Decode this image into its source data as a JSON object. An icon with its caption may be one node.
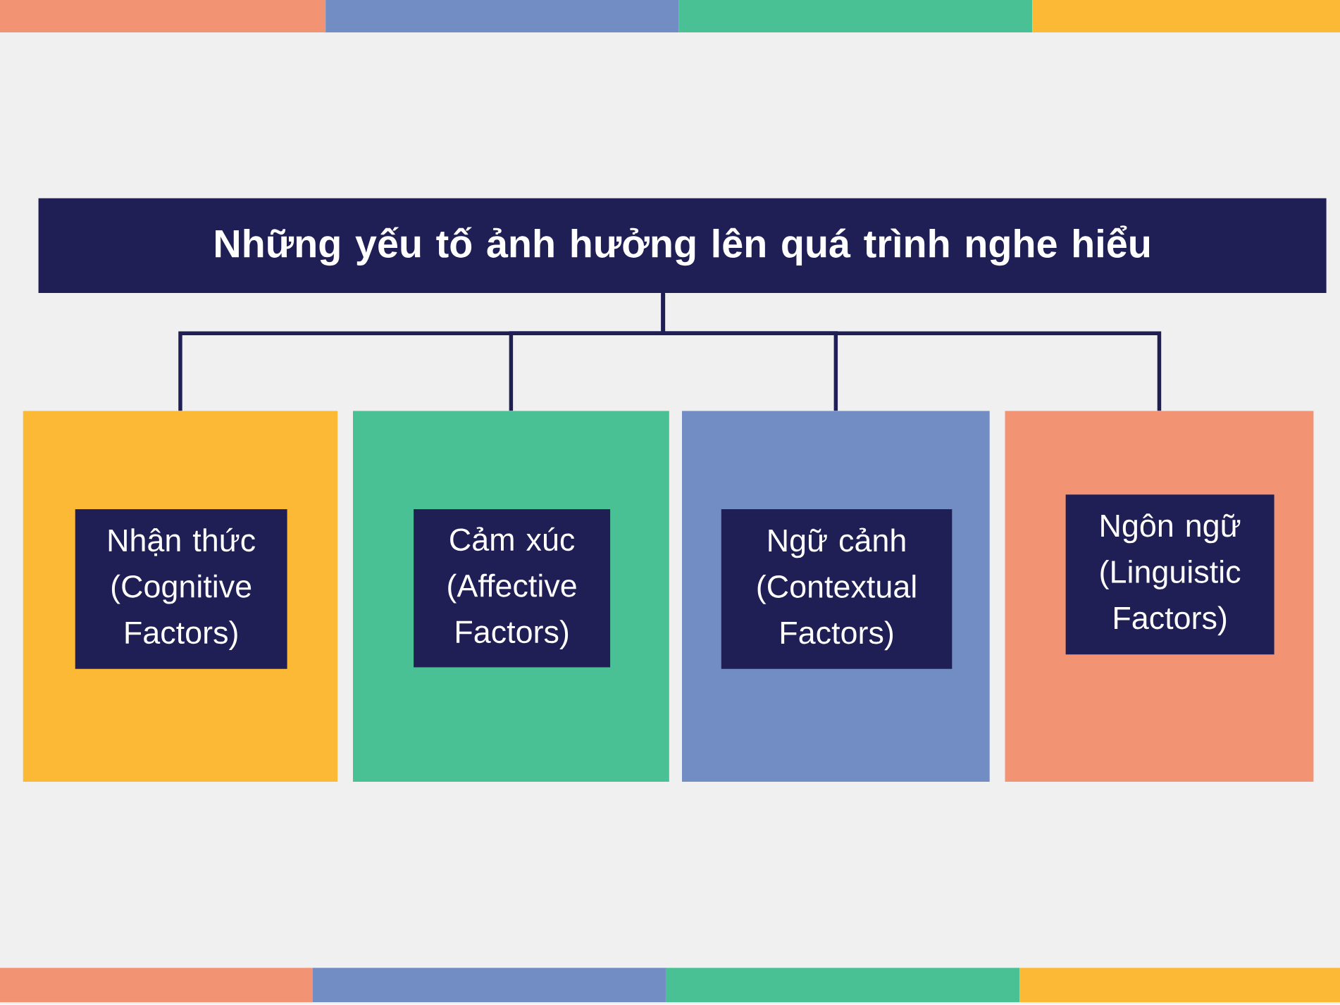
{
  "diagram": {
    "nodes": [
      {
        "text": [
          "Những yếu tố ảnh hưởng lên quá trình nghe hiểu"
        ]
      },
      {
        "text": [],
        "shape": "box"
      },
      {
        "text": [
          "Nhận thức (Cognitive Factors)"
        ],
        "in": 1
      },
      {
        "text": [],
        "shape": "box"
      },
      {
        "text": [
          "Cảm xúc (Affective Factors)"
        ],
        "in": 3
      },
      {
        "text": [],
        "shape": "box"
      },
      {
        "text": [
          "Ngữ cảnh (Contextual Factors)"
        ],
        "in": 5
      },
      {
        "text": [],
        "shape": "box"
      },
      {
        "text": [
          "Ngôn ngữ (Linguistic Factors)"
        ],
        "in": 7
      }
    ],
    "edges": [
      {
        "from": 0,
        "to": 1,
        "arrow": "none"
      },
      {
        "from": 0,
        "to": 3,
        "arrow": "none"
      },
      {
        "from": 0,
        "to": 5,
        "arrow": "none"
      },
      {
        "from": 0,
        "to": 7,
        "arrow": "none"
      }
    ]
  }
}
